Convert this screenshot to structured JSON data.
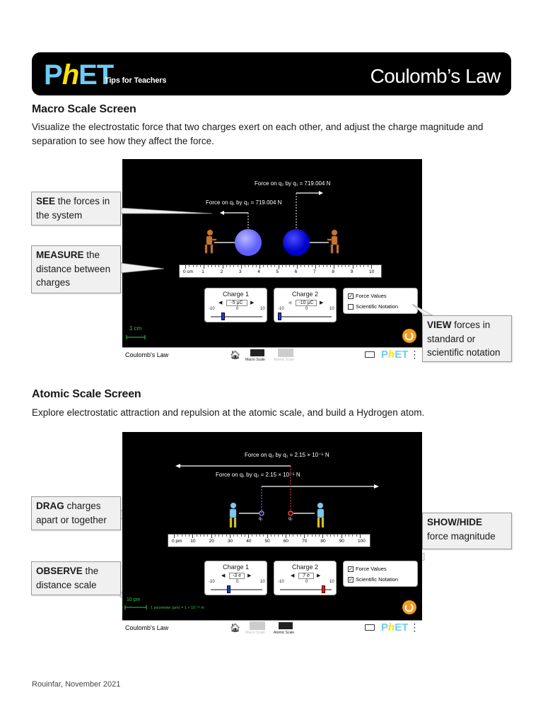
{
  "header": {
    "logo_p": "P",
    "logo_h": "h",
    "logo_et": "ET",
    "tagline": "Tips for Teachers",
    "title": "Coulomb’s Law"
  },
  "macro": {
    "heading": "Macro Scale Screen",
    "description": "Visualize the electrostatic force that two charges exert on each other, and adjust the charge magnitude and separation to see how they affect the force.",
    "force_q2": "Force on q₂ by q₁ = 719.004 N",
    "force_q1": "Force on q₁ by q₂ = 719.004 N",
    "ruler_ticks": [
      "0 cm",
      "1",
      "2",
      "3",
      "4",
      "5",
      "6",
      "7",
      "8",
      "9",
      "10"
    ],
    "charge1": {
      "title": "Charge 1",
      "value": "-5 μC",
      "min": "-10",
      "mid": "0",
      "max": "10",
      "fraction": 0.25
    },
    "charge2": {
      "title": "Charge 2",
      "value": "-10 μC",
      "min": "-10",
      "mid": "0",
      "max": "10",
      "fraction": 0.0
    },
    "checkbox_force_values": "Force Values",
    "checkbox_sci": "Scientific Notation",
    "scale_label": "1 cm",
    "nav_title": "Coulomb's Law",
    "nav_macro": "Macro Scale",
    "nav_atomic": "Atomic Scale",
    "callout_see_bold": "SEE",
    "callout_see": " the forces in the system",
    "callout_measure_bold": "MEASURE",
    "callout_measure": " the distance between charges",
    "callout_view_bold": "VIEW",
    "callout_view": " forces in standard or scientific notation"
  },
  "atomic": {
    "heading": "Atomic Scale Screen",
    "description": "Explore electrostatic attraction and repulsion at the atomic scale, and build a Hydrogen atom.",
    "force_q2": "Force on q₂ by q₁ = 2.15 × 10⁻⁵ N",
    "force_q1": "Force on q₁ by q₂ = 2.15 × 10⁻⁵ N",
    "ruler_ticks": [
      "0 pm",
      "10",
      "20",
      "30",
      "40",
      "50",
      "60",
      "70",
      "80",
      "90",
      "100"
    ],
    "charge1": {
      "title": "Charge 1",
      "value": "-3 e",
      "min": "-10",
      "mid": "0",
      "max": "10",
      "fraction": 0.35
    },
    "charge2": {
      "title": "Charge 2",
      "value": "7 e",
      "min": "-10",
      "mid": "0",
      "max": "10",
      "fraction": 0.85
    },
    "checkbox_force_values": "Force Values",
    "checkbox_sci": "Scientific Notation",
    "scale_label": "10 pm",
    "scale_note": "1 picometer (pm) = 1 × 10⁻¹² m",
    "q1_label": "q₁",
    "q2_label": "q₂",
    "nav_title": "Coulomb's Law",
    "nav_macro": "Macro Scale",
    "nav_atomic": "Atomic Scale",
    "callout_drag_bold": "DRAG",
    "callout_drag": " charges apart or together",
    "callout_observe_bold": "OBSERVE",
    "callout_observe": " the distance scale",
    "callout_show_bold": "SHOW/HIDE",
    "callout_show": " force magnitude"
  },
  "footer": {
    "credit": "Rouinfar, November 2021"
  },
  "colors": {
    "phet_blue": "#6ecbf5",
    "phet_yellow": "#fde103",
    "charge_light": "#8080ff",
    "charge_dark": "#1a1aff",
    "reset_orange": "#f39a1e"
  }
}
